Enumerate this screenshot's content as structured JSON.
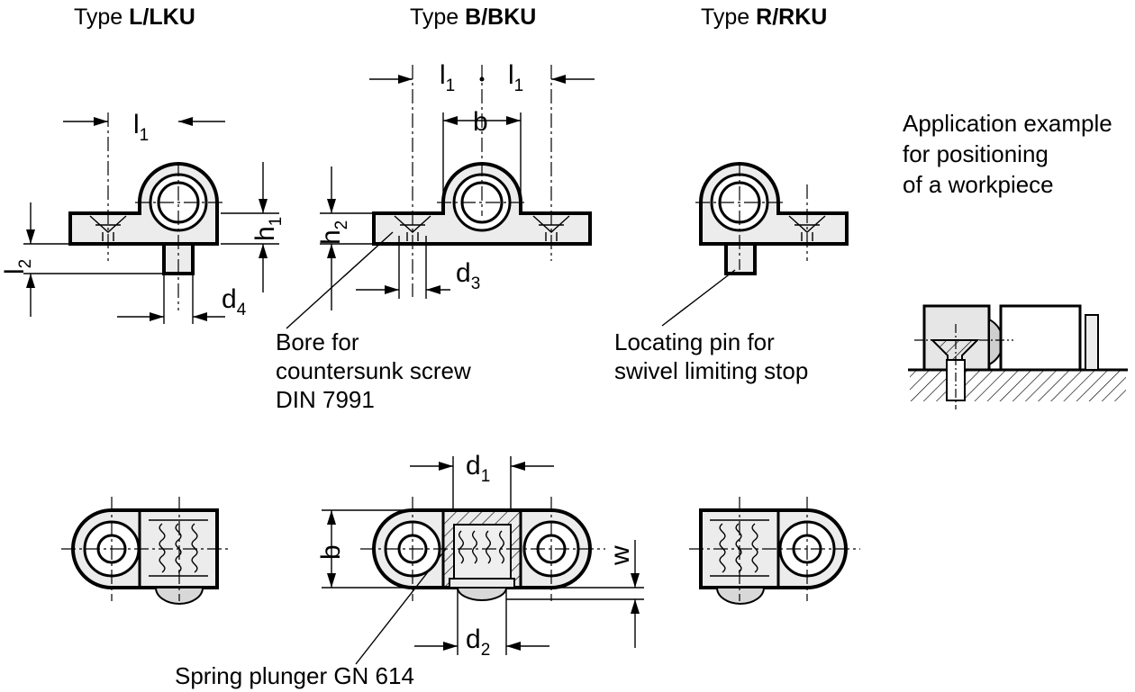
{
  "titles": {
    "type_l": {
      "prefix": "Type ",
      "bold": "L/LKU"
    },
    "type_b": {
      "prefix": "Type ",
      "bold": "B/BKU"
    },
    "type_r": {
      "prefix": "Type ",
      "bold": "R/RKU"
    }
  },
  "application": {
    "line1": "Application example",
    "line2": "for positioning",
    "line3": "of a workpiece"
  },
  "callouts": {
    "bore_line1": "Bore for",
    "bore_line2": "countersunk screw",
    "bore_line3": "DIN 7991",
    "pin_line1": "Locating pin for",
    "pin_line2": "swivel limiting stop",
    "plunger": "Spring plunger GN 614"
  },
  "dimensions": {
    "l_main": "l",
    "l_sub": "1",
    "l2_main": "l",
    "l2_sub": "2",
    "h1_main": "h",
    "h1_sub": "1",
    "h2_main": "h",
    "h2_sub": "2",
    "d1_main": "d",
    "d1_sub": "1",
    "d2_main": "d",
    "d2_sub": "2",
    "d3_main": "d",
    "d3_sub": "3",
    "d4_main": "d",
    "d4_sub": "4",
    "b": "b",
    "w": "w"
  }
}
